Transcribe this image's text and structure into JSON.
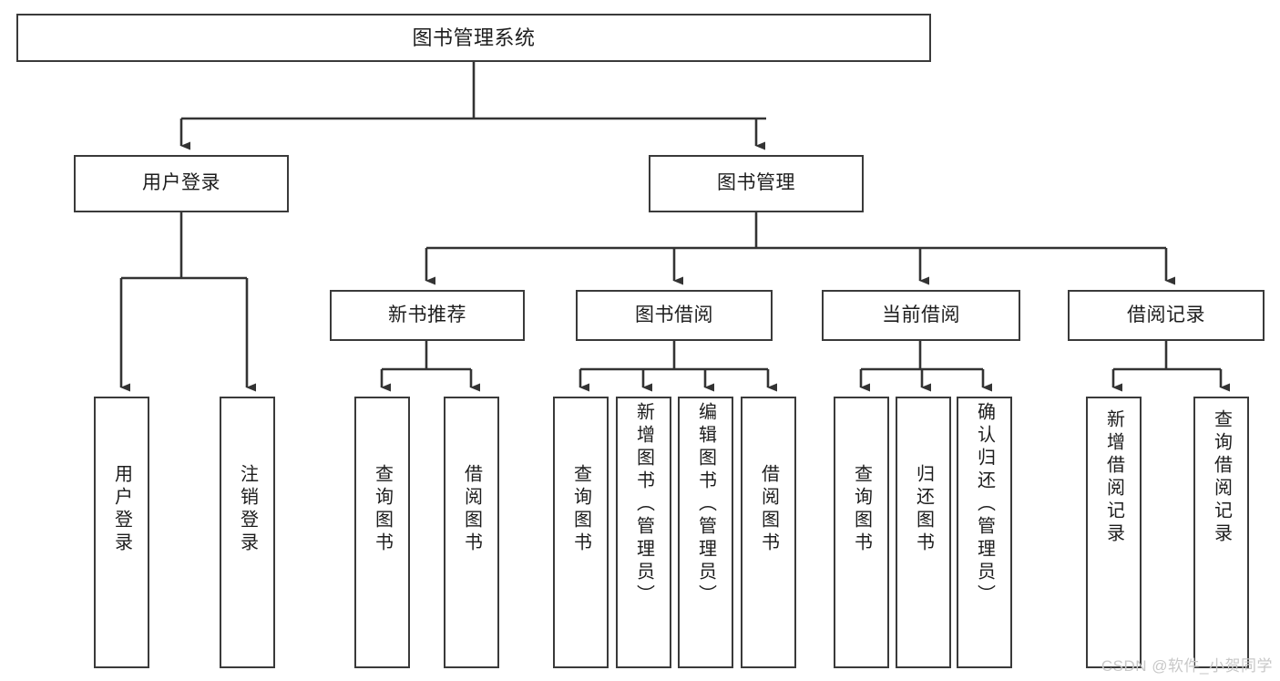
{
  "diagram": {
    "title": "图书管理系统",
    "type": "tree",
    "watermark": "CSDN @软件_小贺同学",
    "colors": {
      "node_border": "#3a3a3a",
      "node_fill": "#ffffff",
      "edge": "#333333",
      "text": "#1d1d1d",
      "watermark": "#c8c8c8",
      "background": "#ffffff"
    },
    "root": {
      "label": "图书管理系统"
    },
    "level2": [
      {
        "label": "用户登录"
      },
      {
        "label": "图书管理"
      }
    ],
    "level3": [
      {
        "label": "新书推荐"
      },
      {
        "label": "图书借阅"
      },
      {
        "label": "当前借阅"
      },
      {
        "label": "借阅记录"
      }
    ],
    "leaves": {
      "user_login": [
        {
          "label": "用户登录"
        },
        {
          "label": "注销登录"
        }
      ],
      "new_book": [
        {
          "label": "查询图书"
        },
        {
          "label": "借阅图书"
        }
      ],
      "book_borrow": [
        {
          "label": "查询图书"
        },
        {
          "label": "新增图书（管理员）"
        },
        {
          "label": "编辑图书（管理员）"
        },
        {
          "label": "借阅图书"
        }
      ],
      "current_borrow": [
        {
          "label": "查询图书"
        },
        {
          "label": "归还图书"
        },
        {
          "label": "确认归还（管理员）"
        }
      ],
      "borrow_record": [
        {
          "label": "新增借阅记录"
        },
        {
          "label": "查询借阅记录"
        }
      ]
    }
  }
}
